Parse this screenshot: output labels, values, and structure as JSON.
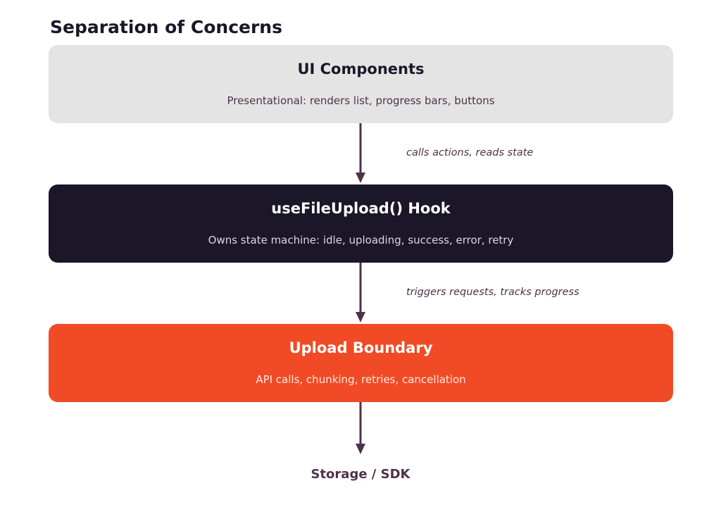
{
  "title": "Separation of Concerns",
  "layers": [
    {
      "name": "UI Components",
      "description": "Presentational: renders list, progress bars, buttons"
    },
    {
      "name": "useFileUpload() Hook",
      "description": "Owns state machine: idle, uploading, success, error, retry"
    },
    {
      "name": "Upload Boundary",
      "description": "API calls, chunking, retries, cancellation"
    }
  ],
  "connectors": [
    {
      "label": "calls actions, reads state"
    },
    {
      "label": "triggers requests, tracks progress"
    },
    {
      "label": ""
    }
  ],
  "sink": {
    "label": "Storage / SDK"
  },
  "colors": {
    "ui_box": "#e5e4e5",
    "hook_box": "#1b1728",
    "boundary_box": "#f04b26",
    "arrow": "#4f3249",
    "title_text": "#1b1728"
  }
}
